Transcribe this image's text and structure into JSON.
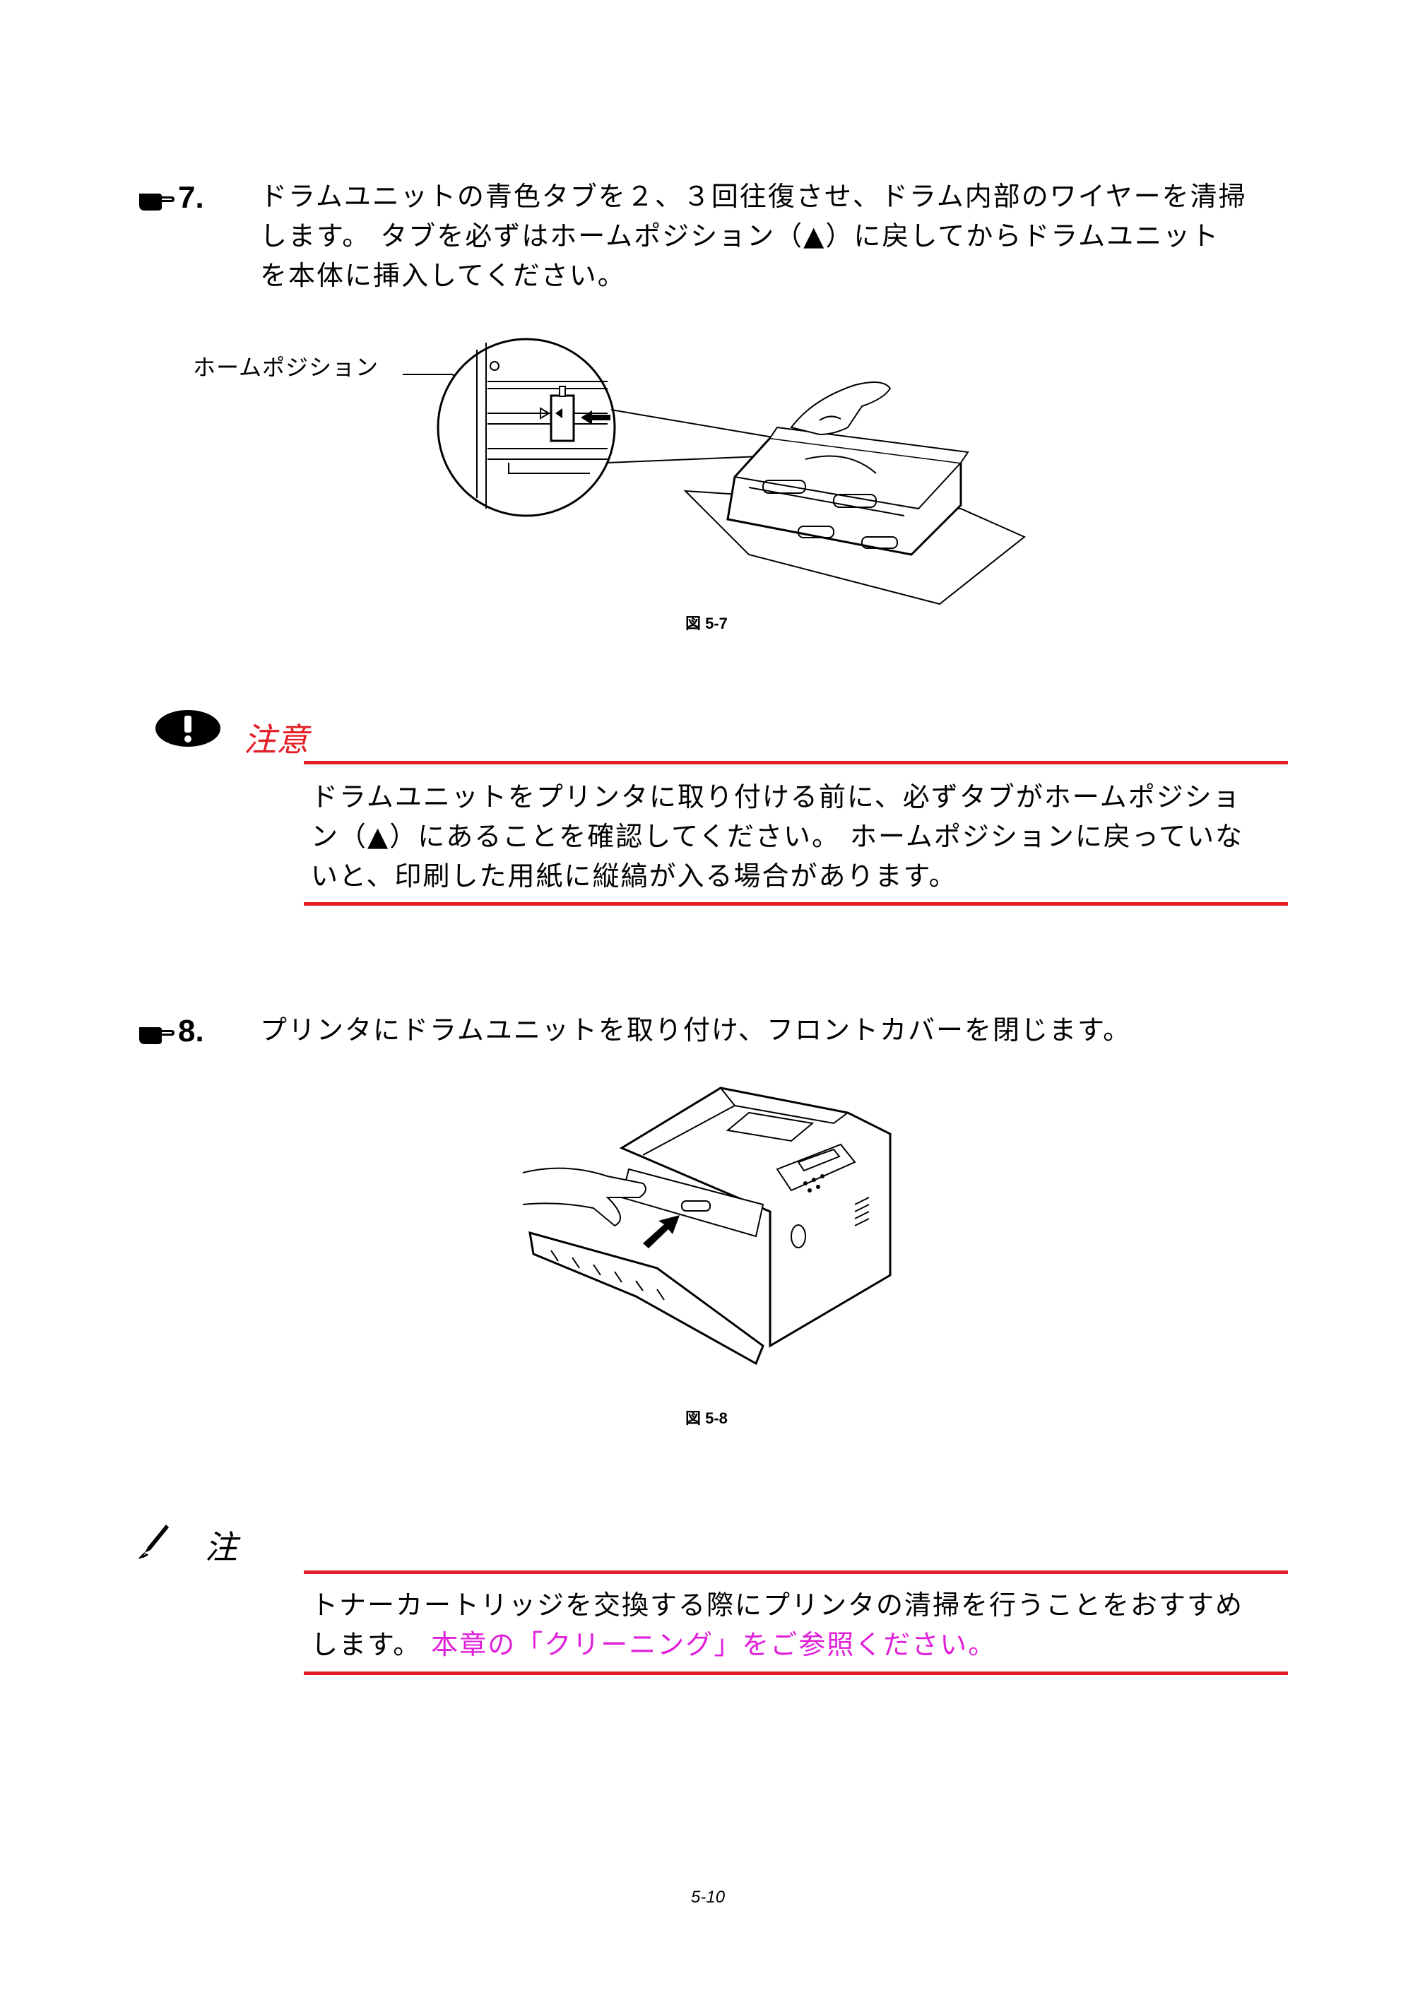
{
  "step7": {
    "number": "7.",
    "text": "ドラムユニットの青色タブを２、３回往復させ、ドラム内部のワイヤーを清掃\nします。 タブを必ずはホームポジション（▲）に戻してからドラムユニット\nを本体に挿入してください。"
  },
  "figure1": {
    "callout": "ホームポジション",
    "caption": "図 5-7"
  },
  "caution": {
    "title": "注意",
    "text": "ドラムユニットをプリンタに取り付ける前に、必ずタブがホームポジショ\nン（▲）にあることを確認してください。 ホームポジションに戻っていな\nいと、印刷した用紙に縦縞が入る場合があります。"
  },
  "step8": {
    "number": "8.",
    "text": "プリンタにドラムユニットを取り付け、フロントカバーを閉じます。"
  },
  "figure2": {
    "caption": "図 5-8"
  },
  "note": {
    "title": "注",
    "text_before": "トナーカートリッジを交換する際にプリンタの清掃を行うことをおすすめ\nします。 ",
    "link_text": "本章の「クリーニング」をご参照ください。"
  },
  "page_number": "5-10",
  "colors": {
    "rule_red": "#e41e26",
    "caution_red": "#e41e26",
    "link_magenta": "#e020d8"
  },
  "icons": [
    "pointing-hand-icon",
    "exclamation-icon",
    "pen-icon"
  ]
}
